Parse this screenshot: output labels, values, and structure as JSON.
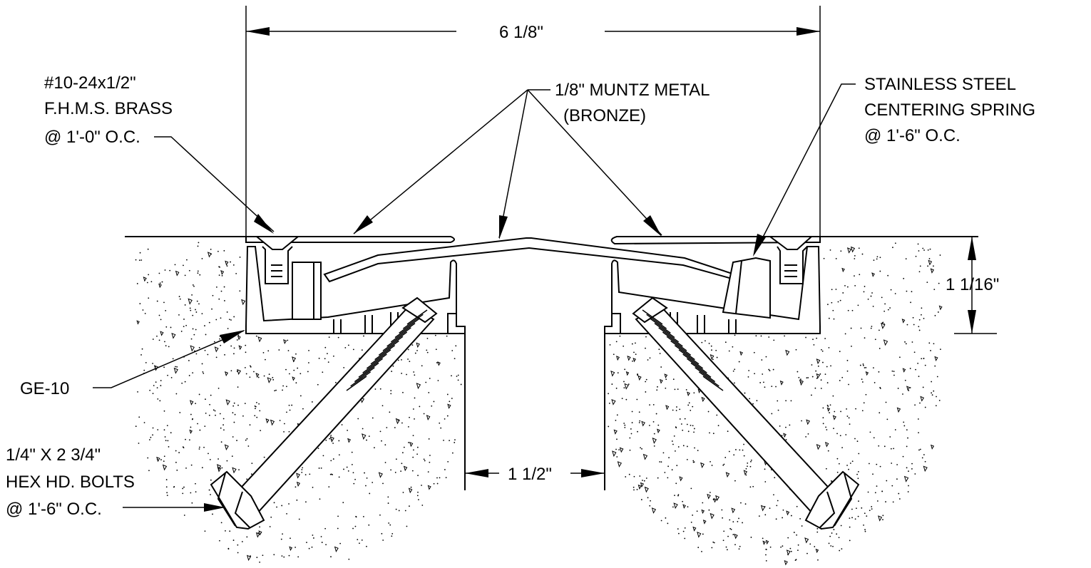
{
  "dimensions": {
    "overall_width": "6 1/8\"",
    "height": "1 1/16\"",
    "gap": "1 1/2\""
  },
  "callouts": {
    "screw": [
      "#10-24x1/2\"",
      "F.H.M.S. BRASS",
      "@ 1'-0\" O.C."
    ],
    "plate": [
      "1/8\" MUNTZ METAL",
      "(BRONZE)"
    ],
    "spring": [
      "STAINLESS STEEL",
      "CENTERING SPRING",
      "@ 1'-6\" O.C."
    ],
    "grout": [
      "GE-10"
    ],
    "bolts": [
      "1/4\" X 2 3/4\"",
      "HEX HD. BOLTS",
      "@ 1'-6\" O.C."
    ]
  }
}
